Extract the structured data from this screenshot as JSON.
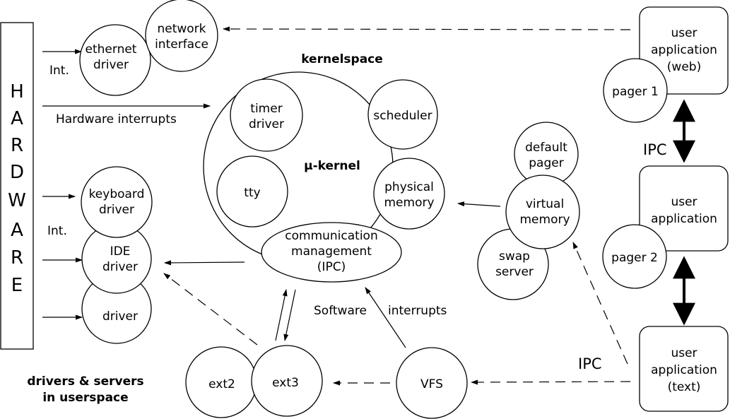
{
  "hardware": {
    "letters": [
      "H",
      "A",
      "R",
      "D",
      "W",
      "A",
      "R",
      "E"
    ]
  },
  "labels": {
    "int_top": "Int.",
    "hardware_interrupts": "Hardware interrupts",
    "int_mid": "Int.",
    "software": "Software",
    "interrupts": "interrupts",
    "ipc_upper": "IPC",
    "ipc_lower": "IPC",
    "userspace_line1": "drivers & servers",
    "userspace_line2": "in userspace"
  },
  "kernel": {
    "space_title": "kernelspace",
    "title": "µ-kernel",
    "timer": [
      "timer",
      "driver"
    ],
    "scheduler": "scheduler",
    "tty": "tty",
    "physical": [
      "physical",
      "memory"
    ],
    "comm": [
      "communication",
      "management",
      "(IPC)"
    ]
  },
  "drivers": {
    "ethernet": [
      "ethernet",
      "driver"
    ],
    "network": [
      "network",
      "interface"
    ],
    "keyboard": [
      "keyboard",
      "driver"
    ],
    "ide": [
      "IDE",
      "driver"
    ],
    "generic": "driver"
  },
  "servers": {
    "ext2": "ext2",
    "ext3": "ext3",
    "vfs": "VFS",
    "default_pager": [
      "default",
      "pager"
    ],
    "virtual_memory": [
      "virtual",
      "memory"
    ],
    "swap": [
      "swap",
      "server"
    ]
  },
  "apps": {
    "web": [
      "user",
      "application",
      "(web)"
    ],
    "plain": [
      "user",
      "application"
    ],
    "text": [
      "user",
      "application",
      "(text)"
    ],
    "pager1": "pager 1",
    "pager2": "pager 2"
  }
}
